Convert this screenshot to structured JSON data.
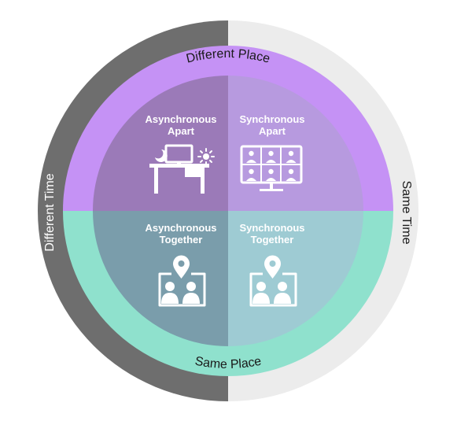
{
  "ring": {
    "left_label": "Different Time",
    "right_label": "Same Time"
  },
  "band": {
    "top_label": "Different Place",
    "bottom_label": "Same Place"
  },
  "quadrants": {
    "top_left": {
      "line1": "Asynchronous",
      "line2": "Apart",
      "icon": "desk-with-moon-and-sun-icon"
    },
    "top_right": {
      "line1": "Synchronous",
      "line2": "Apart",
      "icon": "video-call-grid-icon"
    },
    "bottom_left": {
      "line1": "Asynchronous",
      "line2": "Together",
      "icon": "people-at-location-icon"
    },
    "bottom_right": {
      "line1": "Synchronous",
      "line2": "Together",
      "icon": "people-at-location-icon"
    }
  },
  "colors": {
    "different_time": "#6e6e6e",
    "same_time": "#ececec",
    "different_place": "#c592f5",
    "same_place": "#8fe1cd",
    "q_async_apart": "#9b7ab8",
    "q_sync_apart": "#b79adf",
    "q_async_together": "#7a9dab",
    "q_sync_together": "#9ecbd3"
  }
}
